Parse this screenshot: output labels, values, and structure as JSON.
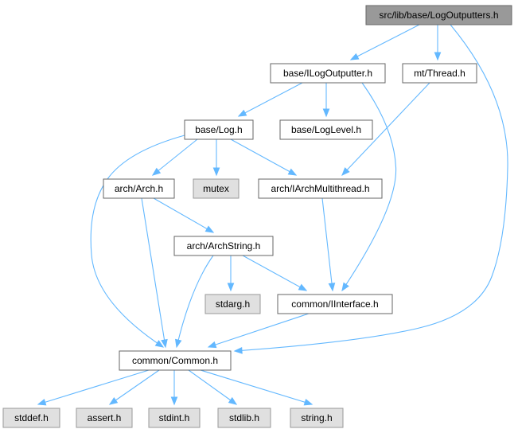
{
  "colors": {
    "root_fill": "#999999",
    "root_stroke": "#666666",
    "header_fill": "#ffffff",
    "header_stroke": "#666666",
    "system_fill": "#e0e0e0",
    "system_stroke": "#999999",
    "edge": "#63b8ff"
  },
  "nodes": [
    {
      "id": "root",
      "label": "src/lib/base/LogOutputters.h",
      "kind": "root"
    },
    {
      "id": "ilogoutputter",
      "label": "base/ILogOutputter.h",
      "kind": "header"
    },
    {
      "id": "thread",
      "label": "mt/Thread.h",
      "kind": "header"
    },
    {
      "id": "log",
      "label": "base/Log.h",
      "kind": "header"
    },
    {
      "id": "loglevel",
      "label": "base/LogLevel.h",
      "kind": "header"
    },
    {
      "id": "arch",
      "label": "arch/Arch.h",
      "kind": "header"
    },
    {
      "id": "mutex",
      "label": "mutex",
      "kind": "system"
    },
    {
      "id": "iarchmultithread",
      "label": "arch/IArchMultithread.h",
      "kind": "header"
    },
    {
      "id": "archstring",
      "label": "arch/ArchString.h",
      "kind": "header"
    },
    {
      "id": "stdarg",
      "label": "stdarg.h",
      "kind": "system"
    },
    {
      "id": "iinterface",
      "label": "common/IInterface.h",
      "kind": "header"
    },
    {
      "id": "common",
      "label": "common/Common.h",
      "kind": "header"
    },
    {
      "id": "stddef",
      "label": "stddef.h",
      "kind": "system"
    },
    {
      "id": "assert",
      "label": "assert.h",
      "kind": "system"
    },
    {
      "id": "stdint",
      "label": "stdint.h",
      "kind": "system"
    },
    {
      "id": "stdlib",
      "label": "stdlib.h",
      "kind": "system"
    },
    {
      "id": "string",
      "label": "string.h",
      "kind": "system"
    }
  ],
  "edges": [
    {
      "from": "root",
      "to": "ilogoutputter"
    },
    {
      "from": "root",
      "to": "thread"
    },
    {
      "from": "root",
      "to": "common"
    },
    {
      "from": "ilogoutputter",
      "to": "log"
    },
    {
      "from": "ilogoutputter",
      "to": "loglevel"
    },
    {
      "from": "ilogoutputter",
      "to": "iinterface"
    },
    {
      "from": "thread",
      "to": "iarchmultithread"
    },
    {
      "from": "log",
      "to": "arch"
    },
    {
      "from": "log",
      "to": "mutex"
    },
    {
      "from": "log",
      "to": "iarchmultithread"
    },
    {
      "from": "log",
      "to": "common"
    },
    {
      "from": "arch",
      "to": "archstring"
    },
    {
      "from": "arch",
      "to": "common"
    },
    {
      "from": "iarchmultithread",
      "to": "iinterface"
    },
    {
      "from": "archstring",
      "to": "stdarg"
    },
    {
      "from": "archstring",
      "to": "iinterface"
    },
    {
      "from": "archstring",
      "to": "common"
    },
    {
      "from": "iinterface",
      "to": "common"
    },
    {
      "from": "common",
      "to": "stddef"
    },
    {
      "from": "common",
      "to": "assert"
    },
    {
      "from": "common",
      "to": "stdint"
    },
    {
      "from": "common",
      "to": "stdlib"
    },
    {
      "from": "common",
      "to": "string"
    }
  ]
}
